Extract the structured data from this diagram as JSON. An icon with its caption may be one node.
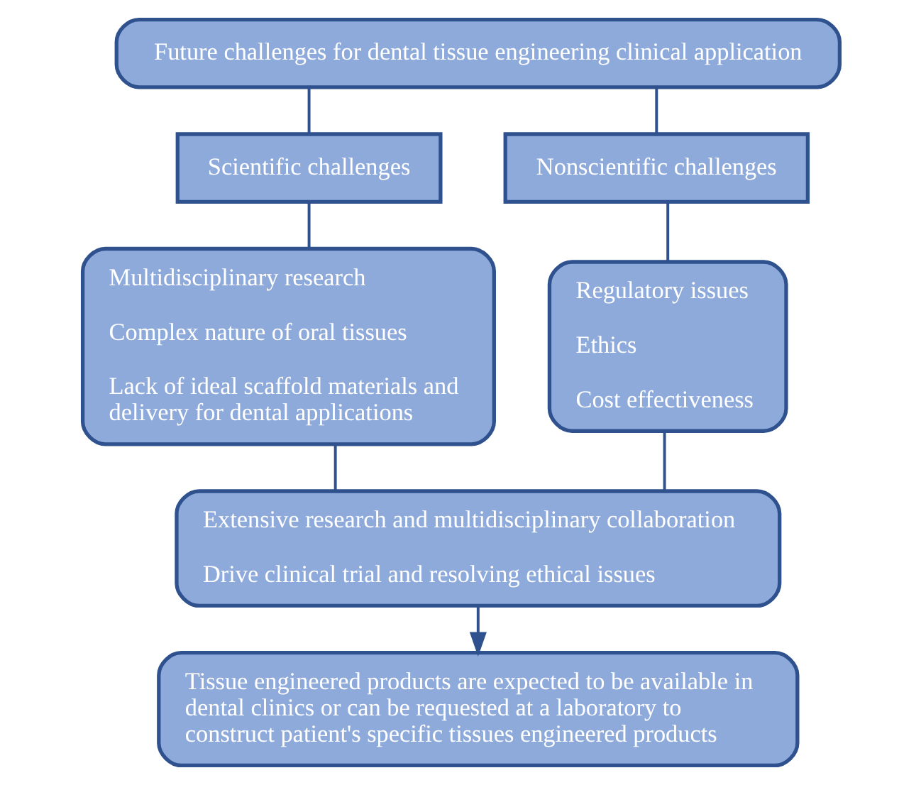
{
  "diagram": {
    "nodes": [
      {
        "text": [
          "Future challenges for dental tissue engineering clinical application"
        ]
      },
      {
        "text": [
          "Scientific challenges"
        ]
      },
      {
        "text": [
          "Nonscientific challenges"
        ]
      },
      {
        "text": [
          "Multidisciplinary research",
          "Complex nature of oral tissues",
          "Lack of ideal scaffold materials and delivery for dental applications"
        ]
      },
      {
        "text": [
          "Regulatory issues",
          "Ethics",
          "Cost effectiveness"
        ]
      },
      {
        "text": [
          "Extensive research and multidisciplinary collaboration",
          "Drive clinical trial and resolving ethical issues"
        ]
      },
      {
        "text": [
          "Tissue engineered products are expected to be available in dental clinics or can be requested at a laboratory to construct patient's specific tissues engineered products"
        ]
      }
    ],
    "edges": [
      {
        "from": 0,
        "to": 1,
        "arrow": "none"
      },
      {
        "from": 0,
        "to": 2,
        "arrow": "none"
      },
      {
        "from": 1,
        "to": 3,
        "arrow": "none"
      },
      {
        "from": 2,
        "to": 4,
        "arrow": "none"
      },
      {
        "from": 3,
        "to": 5,
        "arrow": "none"
      },
      {
        "from": 4,
        "to": 5,
        "arrow": "none"
      },
      {
        "from": 5,
        "to": 6,
        "arrow": "to"
      }
    ]
  }
}
